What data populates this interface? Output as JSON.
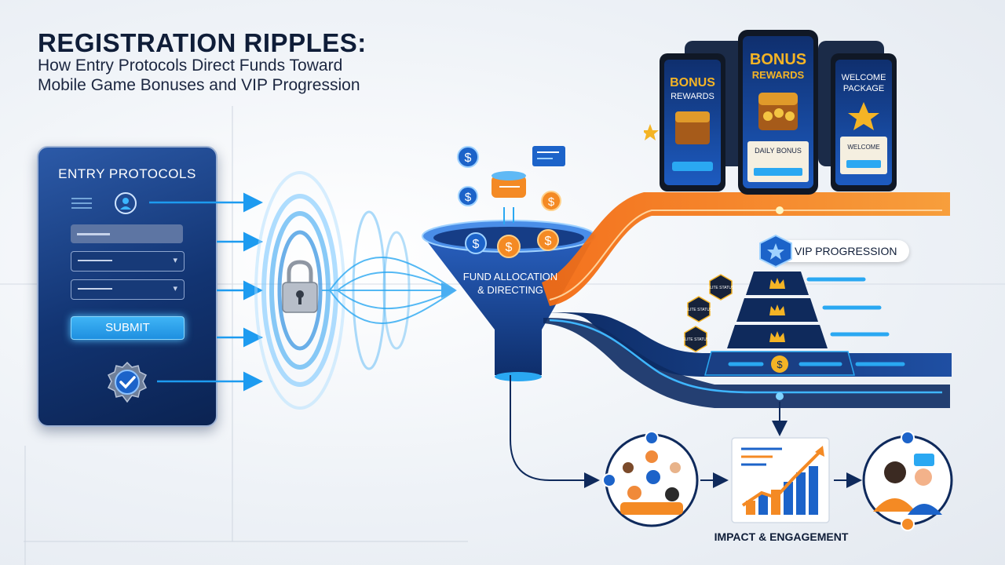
{
  "title": "REGISTRATION RIPPLES:",
  "subtitle_line1": "How Entry Protocols Direct Funds Toward",
  "subtitle_line2": "Mobile Game Bonuses and VIP Progression",
  "entry_panel": {
    "title": "ENTRY PROTOCOLS",
    "submit_label": "SUBMIT",
    "icons": [
      "menu-lines-icon",
      "user-icon",
      "check-seal-icon"
    ]
  },
  "center": {
    "lock_icon": "lock-icon",
    "funnel_label_line1": "FUND ALLOCATION",
    "funnel_label_line2": "& DIRECTING",
    "coin_symbol": "$"
  },
  "phones": [
    {
      "title_line1": "BONUS",
      "title_line2": "REWARDS",
      "caption": ""
    },
    {
      "title_line1": "BONUS",
      "title_line2": "REWARDS",
      "caption": "DAILY BONUS"
    },
    {
      "title_line1": "WELCOME",
      "title_line2": "PACKAGE",
      "caption": "WELCOME"
    }
  ],
  "vip": {
    "label": "VIP PROGRESSION",
    "badges": [
      "ELITE STATUS",
      "ELITE STATUS",
      "ELITE STATUS"
    ]
  },
  "impact": {
    "label": "IMPACT & ENGAGEMENT"
  },
  "colors": {
    "navy": "#0f2a5c",
    "blue_glow": "#2aa8f2",
    "orange": "#f07a1a",
    "gold": "#f4b425",
    "background": "#eef2f7"
  }
}
